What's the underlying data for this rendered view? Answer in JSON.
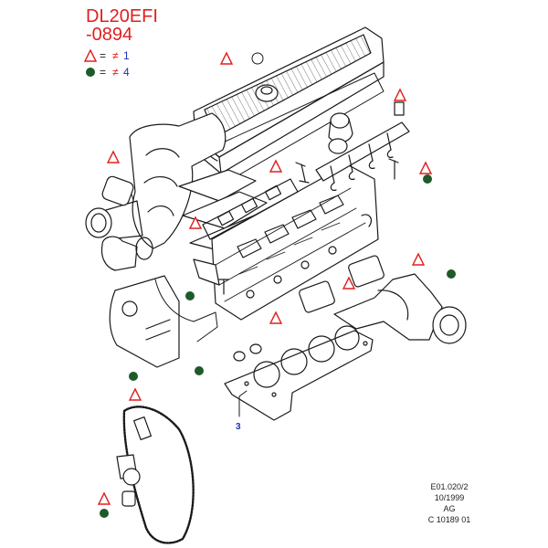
{
  "header": {
    "title": "DL20EFI",
    "subtitle": "-0894"
  },
  "legend": [
    {
      "symbol": "triangle",
      "eq": "=",
      "neq": "≠",
      "value": "1"
    },
    {
      "symbol": "dot",
      "eq": "=",
      "neq": "≠",
      "value": "4"
    }
  ],
  "callouts": [
    {
      "label": "3"
    }
  ],
  "footer": {
    "ref": "E01.020/2",
    "date": "10/1999",
    "code": "AG",
    "number": "C 10189 01"
  },
  "colors": {
    "title": "#e0201f",
    "triangle": "#e0201f",
    "dot": "#1e5a2a",
    "callout": "#1b2fb8",
    "lines": "#1a1a1a"
  },
  "icons": [
    "triangle-warning-icon",
    "green-dot-icon"
  ]
}
